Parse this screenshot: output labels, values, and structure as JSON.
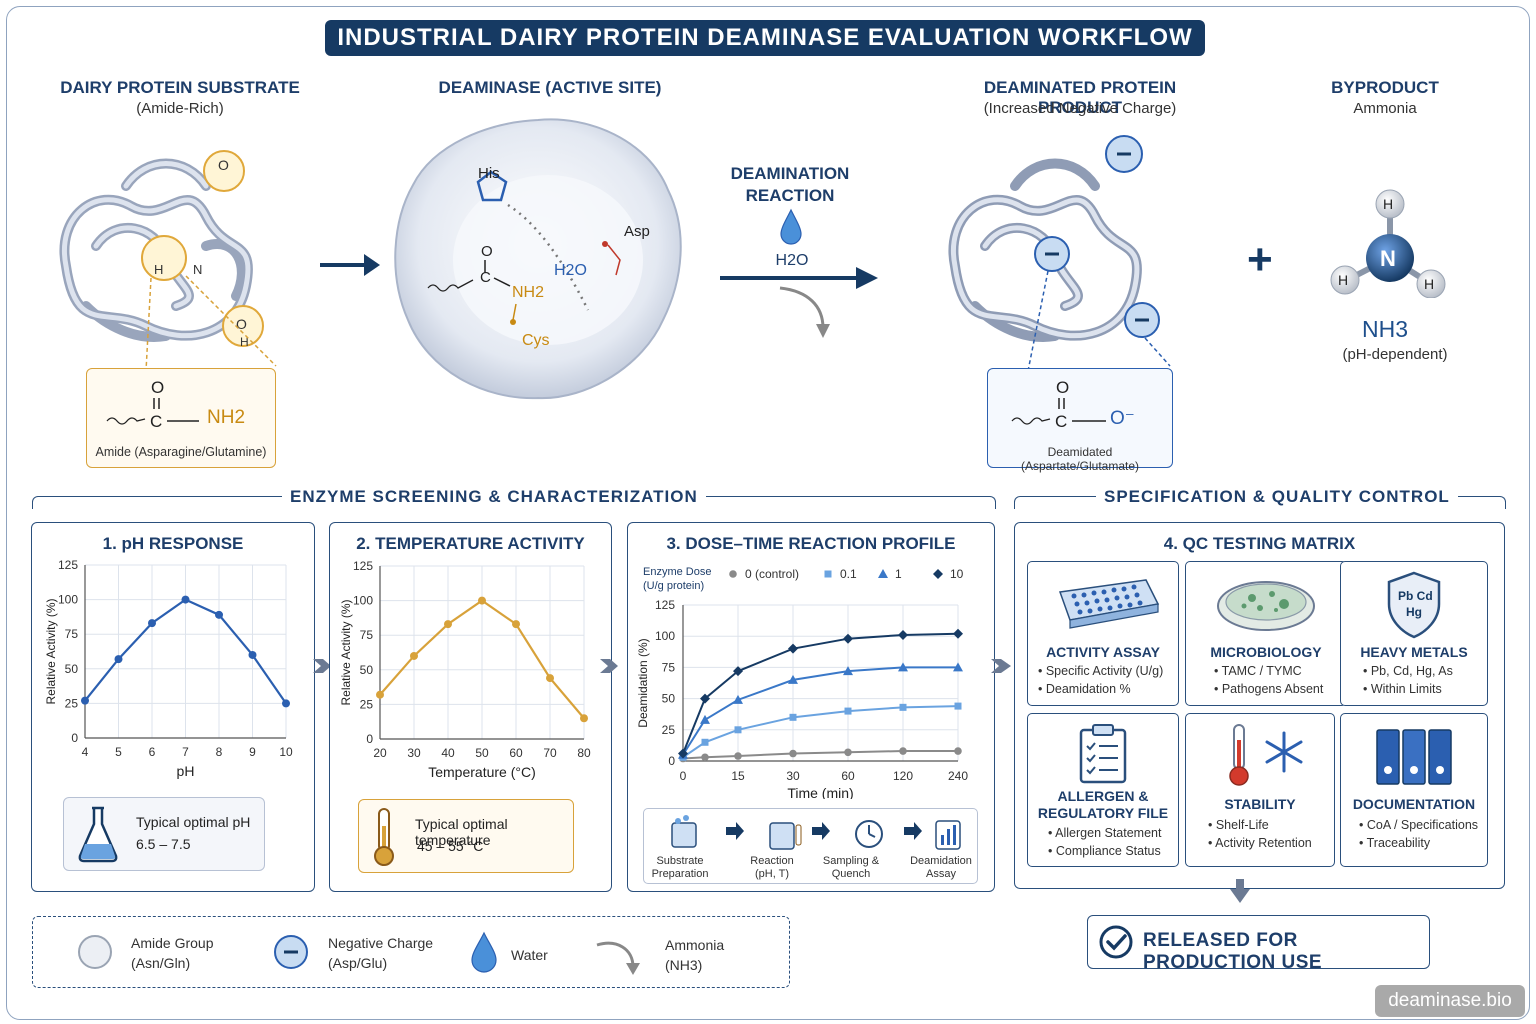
{
  "title": "INDUSTRIAL DAIRY PROTEIN DEAMINASE EVALUATION WORKFLOW",
  "top": {
    "substrate": {
      "title": "DAIRY PROTEIN SUBSTRATE",
      "subtitle": "(Amide-Rich)",
      "box_caption": "Amide (Asparagine/Glutamine)",
      "amide_group": "NH2"
    },
    "enzyme": {
      "title": "DEAMINASE (ACTIVE SITE)",
      "his": "His",
      "asp": "Asp",
      "cys": "Cys",
      "water": "H2O",
      "amide": "NH2"
    },
    "reaction": {
      "label_line1": "DEAMINATION",
      "label_line2": "REACTION",
      "water": "H2O"
    },
    "product": {
      "title": "DEAMINATED PROTEIN PRODUCT",
      "subtitle": "(Increased Negative Charge)",
      "box_caption": "Deamidated (Aspartate/Glutamate)",
      "anion": "O⁻"
    },
    "byproduct": {
      "title": "BYPRODUCT",
      "subtitle": "Ammonia",
      "formula": "NH3",
      "note": "(pH-dependent)"
    }
  },
  "sections": {
    "screening": "ENZYME SCREENING  &  CHARACTERIZATION",
    "qc": "SPECIFICATION  &  QUALITY CONTROL"
  },
  "panels": {
    "ph": {
      "title": "1. pH RESPONSE",
      "info_line1": "Typical optimal pH",
      "info_line2": "6.5 – 7.5"
    },
    "temp": {
      "title": "2. TEMPERATURE ACTIVITY",
      "info_line1": "Typical optimal temperature",
      "info_line2": "45 – 55 °C"
    },
    "dose": {
      "title": "3. DOSE–TIME REACTION PROFILE",
      "steps": [
        {
          "line1": "Substrate",
          "line2": "Preparation"
        },
        {
          "line1": "Reaction",
          "line2": "(pH, T)"
        },
        {
          "line1": "Sampling &",
          "line2": "Quench"
        },
        {
          "line1": "Deamidation",
          "line2": "Assay"
        }
      ]
    },
    "qc": {
      "title": "4. QC TESTING MATRIX",
      "cards": [
        {
          "title": "ACTIVITY ASSAY",
          "items": [
            "• Specific Activity (U/g)",
            "• Deamidation %"
          ]
        },
        {
          "title": "MICROBIOLOGY",
          "items": [
            "• TAMC / TYMC",
            "• Pathogens Absent"
          ]
        },
        {
          "title": "HEAVY METALS",
          "items": [
            "• Pb, Cd, Hg, As",
            "• Within Limits"
          ],
          "icon_text": [
            "Pb Cd",
            "Hg"
          ]
        },
        {
          "title": "ALLERGEN &",
          "title2": "REGULATORY FILE",
          "items": [
            "• Allergen Statement",
            "• Compliance Status"
          ]
        },
        {
          "title": "STABILITY",
          "items": [
            "• Shelf-Life",
            "• Activity Retention"
          ]
        },
        {
          "title": "DOCUMENTATION",
          "items": [
            "• CoA / Specifications",
            "• Traceability"
          ]
        }
      ]
    }
  },
  "released": "RELEASED FOR PRODUCTION USE",
  "legend": [
    {
      "label": "Amide Group",
      "sub": "(Asn/Gln)"
    },
    {
      "label": "Negative Charge",
      "sub": "(Asp/Glu)"
    },
    {
      "label": "Water",
      "sub": ""
    },
    {
      "label": "Ammonia",
      "sub": "(NH3)"
    }
  ],
  "watermark": "deaminase.bio",
  "colors": {
    "navy": "#163a63",
    "blue": "#2b5fb0",
    "gold": "#d8a23a",
    "gray": "#7a7a7a"
  },
  "chart_data": [
    {
      "type": "line",
      "xlabel": "pH",
      "ylabel": "Relative Activity (%)",
      "x": [
        4,
        5,
        6,
        7,
        8,
        9,
        10
      ],
      "series": [
        {
          "values": [
            27,
            57,
            83,
            100,
            89,
            60,
            25
          ]
        }
      ],
      "xlim": [
        4,
        10
      ],
      "ylim": [
        0,
        125
      ],
      "xticks": [
        "4",
        "5",
        "6",
        "7",
        "8",
        "9",
        "10"
      ],
      "yticks": [
        "0",
        "25",
        "50",
        "75",
        "100",
        "125"
      ],
      "grid": true
    },
    {
      "type": "line",
      "xlabel": "Temperature (°C)",
      "ylabel": "Relative Activity (%)",
      "x": [
        20,
        30,
        40,
        50,
        60,
        70,
        80
      ],
      "series": [
        {
          "values": [
            32,
            60,
            83,
            100,
            83,
            44,
            15
          ]
        }
      ],
      "xlim": [
        20,
        80
      ],
      "ylim": [
        0,
        125
      ],
      "xticks": [
        "20",
        "30",
        "40",
        "50",
        "60",
        "70",
        "80"
      ],
      "yticks": [
        "0",
        "25",
        "50",
        "75",
        "100",
        "125"
      ],
      "grid": true
    },
    {
      "type": "line",
      "xlabel": "Time (min)",
      "ylabel": "Deamidation (%)",
      "legend_title_line1": "Enzyme Dose",
      "legend_title_line2": "(U/g protein)",
      "legend_position": "top",
      "categories": [
        "0",
        "15",
        "30",
        "60",
        "120",
        "240"
      ],
      "point_positions": [
        0,
        0.4,
        1,
        2,
        3,
        4,
        5
      ],
      "ylim": [
        0,
        125
      ],
      "yticks": [
        "0",
        "25",
        "50",
        "75",
        "100",
        "125"
      ],
      "grid": true,
      "series": [
        {
          "name": "0 (control)",
          "values": [
            2,
            3,
            4,
            6,
            7,
            8,
            8
          ]
        },
        {
          "name": "0.1",
          "values": [
            3,
            15,
            25,
            35,
            40,
            43,
            44
          ]
        },
        {
          "name": "1",
          "values": [
            5,
            33,
            49,
            65,
            72,
            75,
            75
          ]
        },
        {
          "name": "10",
          "values": [
            6,
            50,
            72,
            90,
            98,
            101,
            102
          ]
        }
      ]
    }
  ]
}
